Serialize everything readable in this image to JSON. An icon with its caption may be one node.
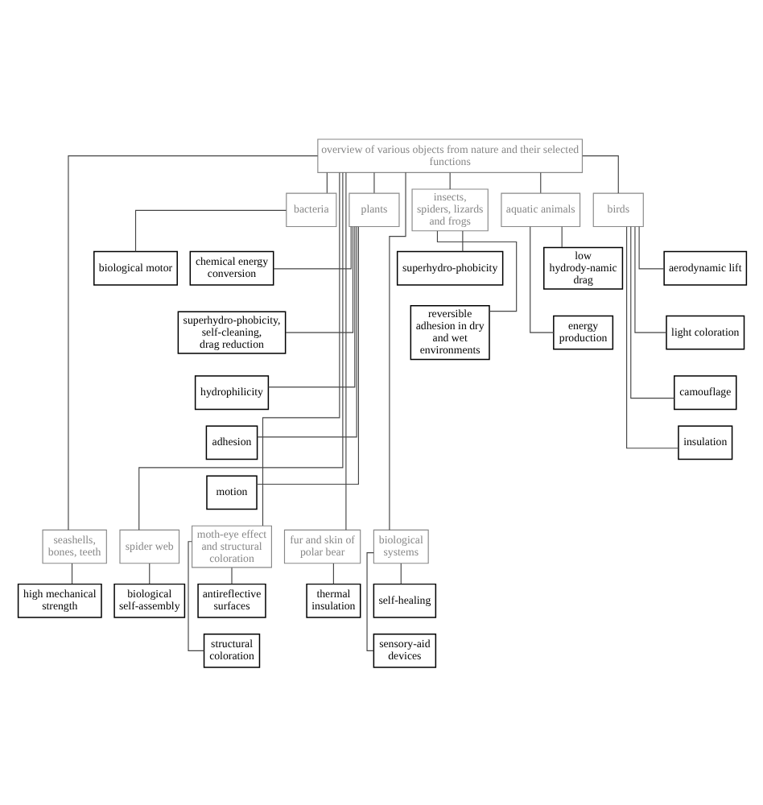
{
  "diagram": {
    "nodes": [
      {
        "text": [
          "overview of various objects from nature and their selected functions"
        ]
      },
      {
        "text": [
          "bacteria"
        ]
      },
      {
        "text": [
          "plants"
        ]
      },
      {
        "text": [
          "insects, spiders, lizards and frogs"
        ]
      },
      {
        "text": [
          "aquatic animals"
        ]
      },
      {
        "text": [
          "birds"
        ]
      },
      {
        "text": [
          "biological motor"
        ]
      },
      {
        "text": [
          "chemical energy conversion"
        ]
      },
      {
        "text": [
          "superhydro-phobicity, self-cleaning, drag reduction"
        ]
      },
      {
        "text": [
          "hydrophilicity"
        ]
      },
      {
        "text": [
          "adhesion"
        ]
      },
      {
        "text": [
          "motion"
        ]
      },
      {
        "text": [
          "superhydro-phobicity"
        ]
      },
      {
        "text": [
          "reversible adhesion in dry and wet environments"
        ]
      },
      {
        "text": [
          "low hydrody-namic drag"
        ]
      },
      {
        "text": [
          "energy production"
        ]
      },
      {
        "text": [
          "aerodynamic lift"
        ]
      },
      {
        "text": [
          "light coloration"
        ]
      },
      {
        "text": [
          "camouflage"
        ]
      },
      {
        "text": [
          "insulation"
        ]
      },
      {
        "text": [
          "seashells, bones, teeth"
        ]
      },
      {
        "text": [
          "spider web"
        ]
      },
      {
        "text": [
          "moth-eye effect and structural coloration"
        ]
      },
      {
        "text": [
          "fur and skin of polar bear"
        ]
      },
      {
        "text": [
          "biological systems"
        ]
      },
      {
        "text": [
          "high mechanical strength"
        ]
      },
      {
        "text": [
          "biological self-assembly"
        ]
      },
      {
        "text": [
          "antireflective surfaces"
        ]
      },
      {
        "text": [
          "structural coloration"
        ]
      },
      {
        "text": [
          "thermal insulation"
        ]
      },
      {
        "text": [
          "self-healing"
        ]
      },
      {
        "text": [
          "sensory-aid devices"
        ]
      }
    ],
    "edges": [
      {
        "from": 0,
        "to": 1,
        "arrow": "none"
      },
      {
        "from": 0,
        "to": 2,
        "arrow": "none"
      },
      {
        "from": 0,
        "to": 3,
        "arrow": "none"
      },
      {
        "from": 0,
        "to": 4,
        "arrow": "none"
      },
      {
        "from": 0,
        "to": 5,
        "arrow": "none"
      },
      {
        "from": 1,
        "to": 6,
        "arrow": "none"
      },
      {
        "from": 2,
        "to": 7,
        "arrow": "none"
      },
      {
        "from": 2,
        "to": 8,
        "arrow": "none"
      },
      {
        "from": 2,
        "to": 9,
        "arrow": "none"
      },
      {
        "from": 2,
        "to": 10,
        "arrow": "none"
      },
      {
        "from": 2,
        "to": 11,
        "arrow": "none"
      },
      {
        "from": 3,
        "to": 12,
        "arrow": "none"
      },
      {
        "from": 3,
        "to": 13,
        "arrow": "none"
      },
      {
        "from": 4,
        "to": 14,
        "arrow": "none"
      },
      {
        "from": 4,
        "to": 15,
        "arrow": "none"
      },
      {
        "from": 5,
        "to": 16,
        "arrow": "none"
      },
      {
        "from": 5,
        "to": 17,
        "arrow": "none"
      },
      {
        "from": 5,
        "to": 18,
        "arrow": "none"
      },
      {
        "from": 5,
        "to": 19,
        "arrow": "none"
      },
      {
        "from": 0,
        "to": 20,
        "arrow": "none"
      },
      {
        "from": 0,
        "to": 21,
        "arrow": "none"
      },
      {
        "from": 0,
        "to": 22,
        "arrow": "none"
      },
      {
        "from": 0,
        "to": 23,
        "arrow": "none"
      },
      {
        "from": 0,
        "to": 24,
        "arrow": "none"
      },
      {
        "from": 20,
        "to": 25,
        "arrow": "none"
      },
      {
        "from": 21,
        "to": 26,
        "arrow": "none"
      },
      {
        "from": 22,
        "to": 27,
        "arrow": "none"
      },
      {
        "from": 22,
        "to": 28,
        "arrow": "none"
      },
      {
        "from": 23,
        "to": 29,
        "arrow": "none"
      },
      {
        "from": 24,
        "to": 30,
        "arrow": "none"
      },
      {
        "from": 24,
        "to": 31,
        "arrow": "none"
      }
    ]
  }
}
